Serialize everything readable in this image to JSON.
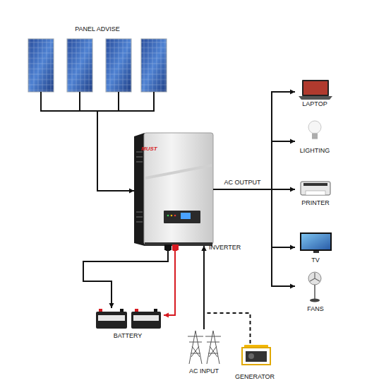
{
  "diagram": {
    "nodes": [
      {
        "text": [
          "PANEL ADVISE"
        ]
      },
      {
        "text": [
          "MUST",
          "INVERTER"
        ]
      },
      {
        "text": [
          "LAPTOP"
        ]
      },
      {
        "text": [
          "LIGHTING"
        ]
      },
      {
        "text": [
          "PRINTER"
        ]
      },
      {
        "text": [
          "TV"
        ]
      },
      {
        "text": [
          "FANS"
        ]
      },
      {
        "text": [
          "BATTERY"
        ]
      },
      {
        "text": [
          "AC INPUT"
        ]
      },
      {
        "text": [
          "GENERATOR"
        ]
      }
    ],
    "edges": [
      {
        "from": 0,
        "to": 1,
        "arrow": "to"
      },
      {
        "from": 1,
        "to": 2,
        "arrow": "to"
      },
      {
        "from": 1,
        "to": 3,
        "arrow": "to"
      },
      {
        "from": 1,
        "to": 4,
        "arrow": "to",
        "label": "AC OUTPUT"
      },
      {
        "from": 1,
        "to": 5,
        "arrow": "to"
      },
      {
        "from": 1,
        "to": 6,
        "arrow": "to"
      },
      {
        "from": 1,
        "to": 7,
        "arrow": "both"
      },
      {
        "from": 1,
        "to": 7,
        "arrow": "both"
      },
      {
        "from": 8,
        "to": 1,
        "arrow": "to"
      },
      {
        "from": 9,
        "to": 1,
        "arrow": "to"
      }
    ]
  }
}
